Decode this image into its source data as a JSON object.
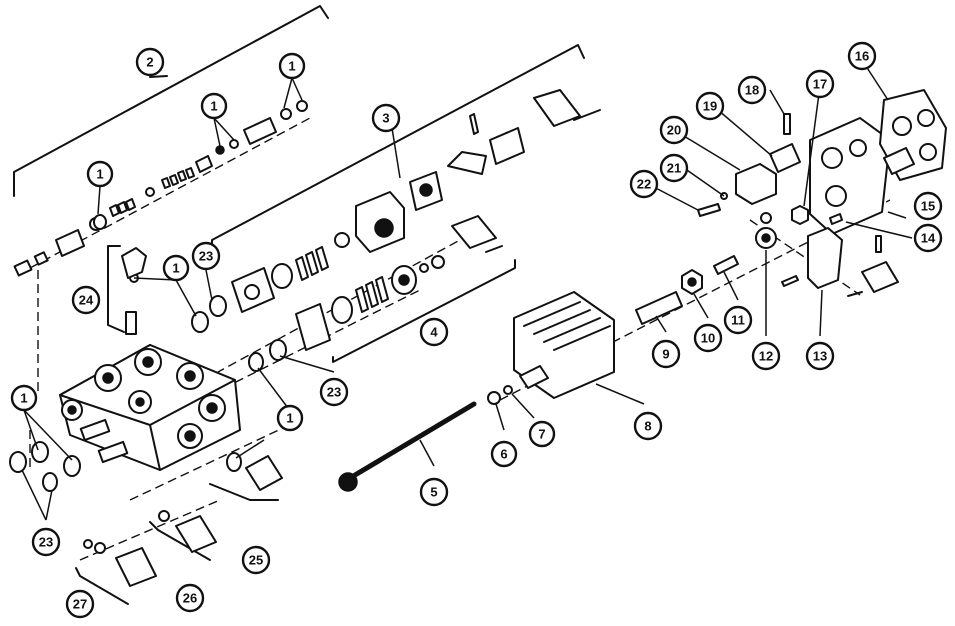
{
  "callouts": [
    {
      "id": "c1a",
      "label": "1"
    },
    {
      "id": "c1b",
      "label": "1"
    },
    {
      "id": "c1c",
      "label": "1"
    },
    {
      "id": "c1d",
      "label": "1"
    },
    {
      "id": "c1e",
      "label": "1"
    },
    {
      "id": "c1f",
      "label": "1"
    },
    {
      "id": "c1g",
      "label": "1"
    },
    {
      "id": "c2",
      "label": "2"
    },
    {
      "id": "c3",
      "label": "3"
    },
    {
      "id": "c4",
      "label": "4"
    },
    {
      "id": "c5",
      "label": "5"
    },
    {
      "id": "c6",
      "label": "6"
    },
    {
      "id": "c7",
      "label": "7"
    },
    {
      "id": "c8",
      "label": "8"
    },
    {
      "id": "c9",
      "label": "9"
    },
    {
      "id": "c10",
      "label": "10"
    },
    {
      "id": "c11",
      "label": "11"
    },
    {
      "id": "c12",
      "label": "12"
    },
    {
      "id": "c13",
      "label": "13"
    },
    {
      "id": "c14",
      "label": "14"
    },
    {
      "id": "c15",
      "label": "15"
    },
    {
      "id": "c16",
      "label": "16"
    },
    {
      "id": "c17",
      "label": "17"
    },
    {
      "id": "c18",
      "label": "18"
    },
    {
      "id": "c19",
      "label": "19"
    },
    {
      "id": "c20",
      "label": "20"
    },
    {
      "id": "c21",
      "label": "21"
    },
    {
      "id": "c22",
      "label": "22"
    },
    {
      "id": "c23a",
      "label": "23"
    },
    {
      "id": "c23b",
      "label": "23"
    },
    {
      "id": "c23c",
      "label": "23"
    },
    {
      "id": "c24",
      "label": "24"
    },
    {
      "id": "c25",
      "label": "25"
    },
    {
      "id": "c26",
      "label": "26"
    },
    {
      "id": "c27",
      "label": "27"
    }
  ]
}
